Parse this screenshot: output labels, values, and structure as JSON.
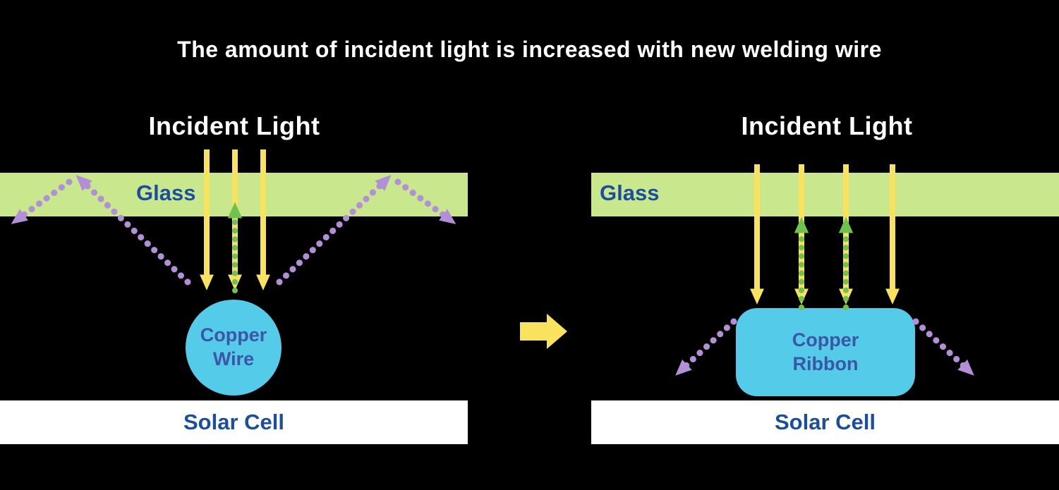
{
  "title": "The amount of incident light is increased with new welding wire",
  "colors": {
    "background": "#000000",
    "title": "#ffffff",
    "heading": "#ffffff",
    "glass": "#c9e88e",
    "glass_label": "#1b4f9e",
    "solar_cell": "#ffffff",
    "solar_label": "#1b4f9e",
    "copper": "#54cbe9",
    "copper_label": "#3c56a6",
    "incident_arrow": "#f8e25e",
    "reflected_arrow": "#6ec24d",
    "scattered_arrow": "#b290d8",
    "transition_arrow": "#f8e25e"
  },
  "panels": {
    "before": {
      "heading": "Incident Light",
      "glass_label": "Glass",
      "copper_label_line1": "Copper",
      "copper_label_line2": "Wire",
      "solar_label": "Solar Cell"
    },
    "after": {
      "heading": "Incident Light",
      "glass_label": "Glass",
      "copper_label_line1": "Copper",
      "copper_label_line2": "Ribbon",
      "solar_label": "Solar Cell"
    }
  }
}
